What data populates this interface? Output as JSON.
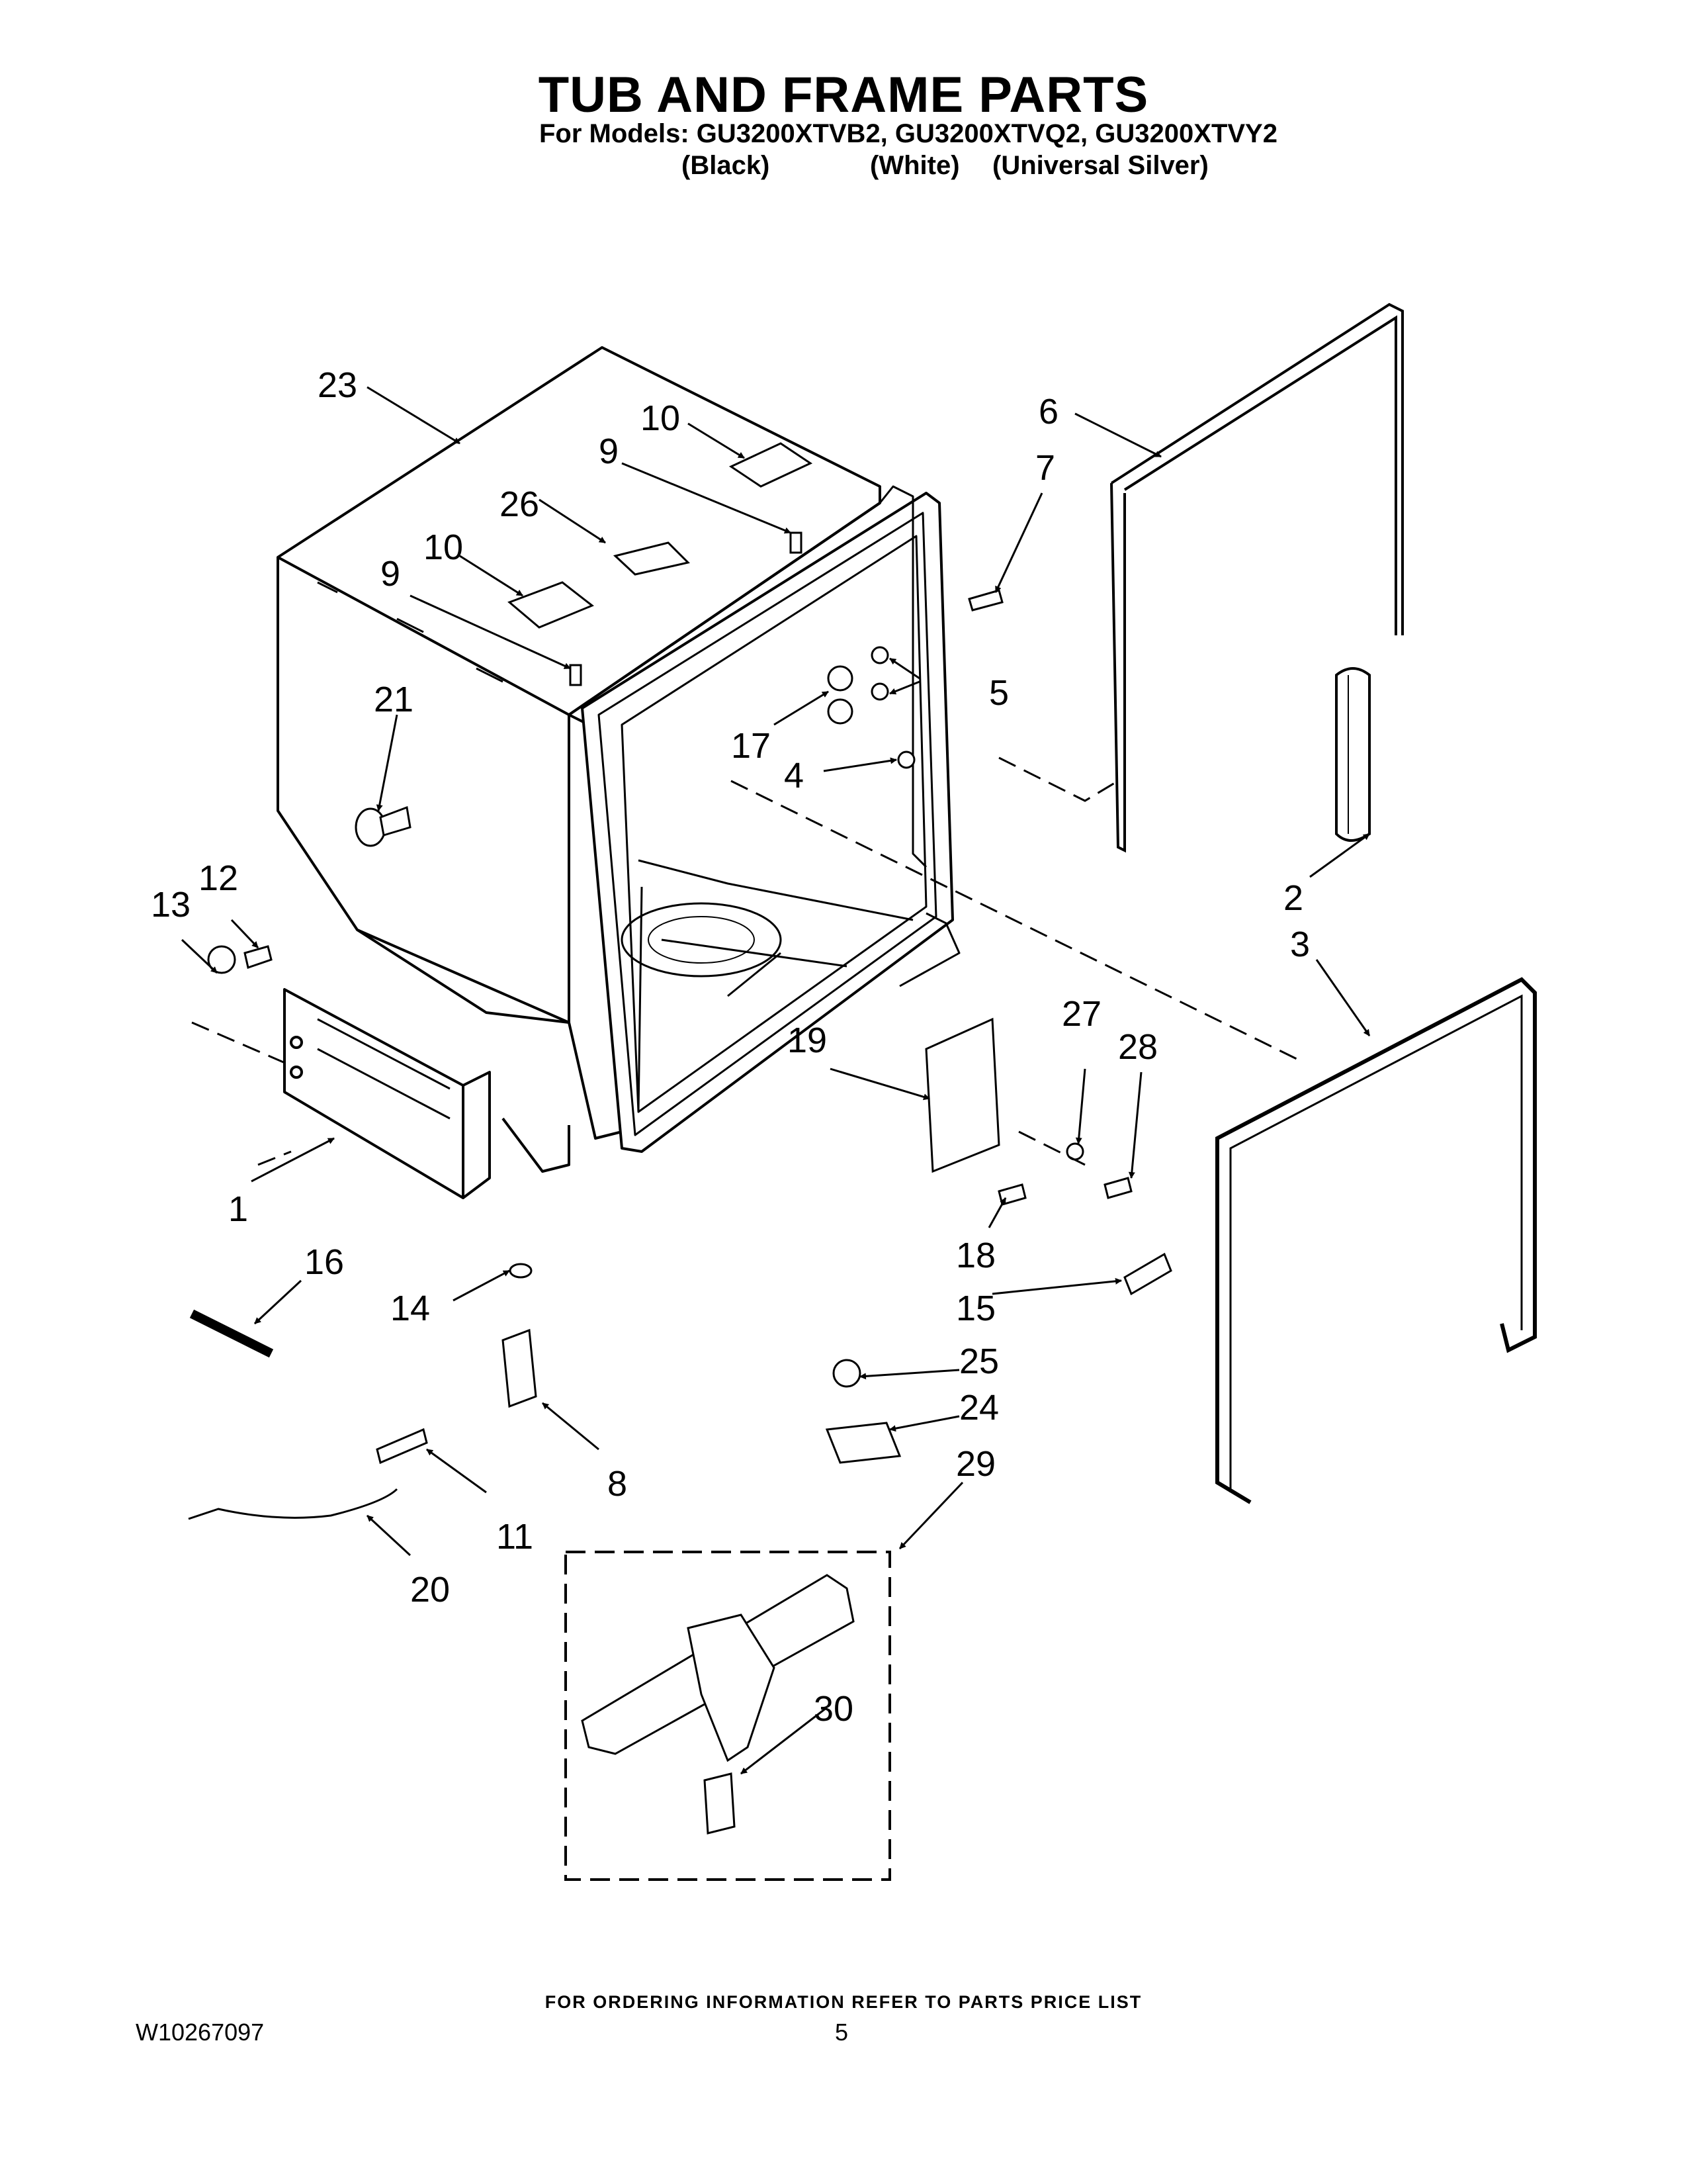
{
  "title": "TUB AND FRAME PARTS",
  "models_line": "For Models: GU3200XTVB2, GU3200XTVQ2, GU3200XTVY2",
  "variants": [
    "(Black)",
    "(White)",
    "(Universal Silver)"
  ],
  "callouts": [
    "1",
    "2",
    "3",
    "4",
    "5",
    "6",
    "7",
    "8",
    "9",
    "9",
    "10",
    "10",
    "11",
    "12",
    "13",
    "14",
    "15",
    "16",
    "17",
    "18",
    "19",
    "20",
    "21",
    "23",
    "24",
    "25",
    "26",
    "27",
    "28",
    "29",
    "30"
  ],
  "footer": {
    "note": "FOR ORDERING INFORMATION REFER TO PARTS PRICE LIST",
    "doc_number": "W10267097",
    "page_number": "5"
  }
}
